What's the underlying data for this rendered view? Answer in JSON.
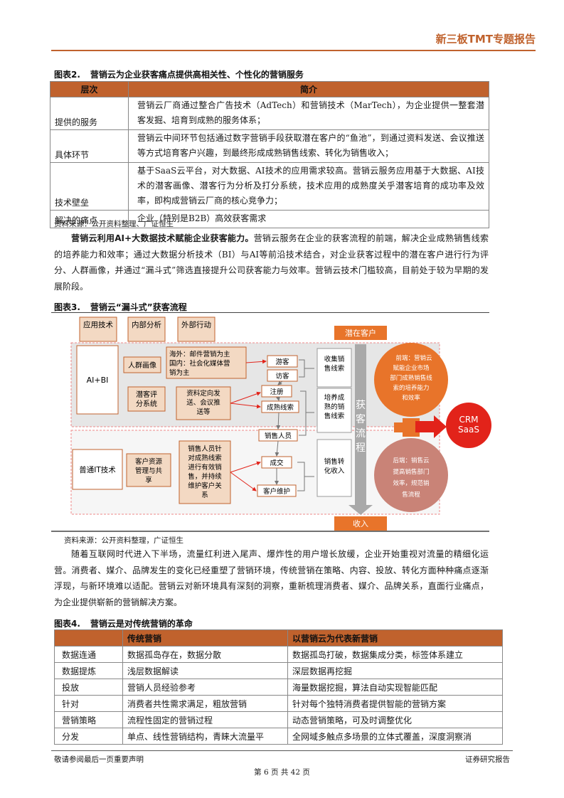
{
  "header": {
    "title": "新三板TMT专题报告"
  },
  "table2": {
    "caption_num": "图表2.",
    "caption": "营销云为企业获客痛点提供高相关性、个性化的营销服务",
    "col1": "层次",
    "col2": "简介",
    "rows": [
      {
        "k": "提供的服务",
        "v": "营销云厂商通过整合广告技术（AdTech）和营销技术（MarTech），为企业提供一整套潜客发掘、培育到成熟的服务体系；"
      },
      {
        "k": "具体环节",
        "v": "营销云中间环节包括通过数字营销手段获取潜在客户的“鱼池”，到通过资料发送、会议推送等方式培育客户兴趣，到最终形成成熟销售线索、转化为销售收入；"
      },
      {
        "k": "技术壁垒",
        "v": "基于SaaS云平台，对大数据、AI技术的应用需求较高。营销云服务应用基于大数据、AI技术的潜客画像、潜客行为分析及打分系统，技术应用的成熟度关乎潜客培育的成功率及效率，即构成营销云厂商的核心竞争力；"
      },
      {
        "k": "解决的痛点",
        "v": "企业（特别是B2B）高效获客需求"
      }
    ],
    "source": "资料来源：公开资料整理、广证恒生"
  },
  "para1": {
    "bold": "营销云利用AI+大数据技术赋能企业获客能力。",
    "text": "营销云服务在企业的获客流程的前端，解决企业成熟销售线索的培养能力和效率；通过大数据分析技术（BI）与AI等前沿技术结合，对企业获客过程中的潜在客户进行行为评分、人群画像，并通过“漏斗式”筛选直接提升公司获客能力与效率。营销云技术门槛较高，目前处于较为早期的发展阶段。"
  },
  "figure3": {
    "caption_num": "图表3.",
    "caption": "营销云“漏斗式”获客流程",
    "legend": [
      "应用技术",
      "内部分析",
      "外部行动"
    ],
    "top_label": "潜在客户",
    "bottom_label": "收入",
    "arrow_label": "获客流程",
    "ai_bi": "AI+BI",
    "it": "普通IT技术",
    "persona": "人群画像",
    "scoring": "潜客评分系统",
    "channels": "海外：邮件营销为主国内：社会化媒体营销为主",
    "targeted": "资料定向发送、会议推送等",
    "sales_persist": "销售人员针对成熟线索进行有效销售，并持续维护客户关系",
    "crm_box": "客户资源管理与共享",
    "visitor": "游客",
    "visit": "访客",
    "register": "注册",
    "mature_lead": "成熟线索",
    "salesperson": "销售人员",
    "deal": "成交",
    "maintain": "客户维护",
    "collect": "收集销售线索",
    "nurture": "培养成熟的销售线索",
    "convert": "销售转化收入",
    "front": "前端：营销云赋能企业市场部门成熟销售线索的培养能力和效率",
    "back": "后端：销售云提高销售部门效率，规范销售流程",
    "crm_saas": "CRM SaaS",
    "source": "资料来源：公开资料整理，广证恒生"
  },
  "para2": {
    "text": "随着互联网时代进入下半场，流量红利进入尾声、爆炸性的用户增长放缓，企业开始重视对流量的精细化运营。消费者、媒介、品牌发生的变化已经重塑了营销环境，传统营销在策略、内容、投放、转化方面种种痛点逐渐浮现，与新环境难以适配。营销云对新环境具有深刻的洞察，重新梳理消费者、媒介、品牌关系，直面行业痛点，为企业提供崭新的营销解决方案。"
  },
  "table4": {
    "caption_num": "图表4.",
    "caption": "营销云是对传统营销的革命",
    "col1": "",
    "col2": "传统营销",
    "col3": "以营销云为代表新营销",
    "rows": [
      {
        "k": "数据连通",
        "a": "数据孤岛存在，数据分散",
        "b": "数据孤岛打破，数据集成分类，标签体系建立"
      },
      {
        "k": "数据提炼",
        "a": "浅层数据解读",
        "b": "深层数据再挖掘"
      },
      {
        "k": "投放",
        "a": "营销人员经验参考",
        "b": "海量数据挖掘，算法自动实现智能匹配"
      },
      {
        "k": "针对",
        "a": "消费者共性需求满足，粗放营销",
        "b": "针对每个独特消费者提供智能的营销方案"
      },
      {
        "k": "营销策略",
        "a": "流程性固定的营销过程",
        "b": "动态营销策略，可及时调整优化"
      },
      {
        "k": "分发",
        "a": "单点、线性营销结构，青睐大流量平",
        "b": "全网域多触点多场景的立体式覆盖，深度洞察消"
      }
    ]
  },
  "footer": {
    "left": "敬请参阅最后一页重要声明",
    "right": "证券研究报告",
    "page": "第 6 页 共 42 页"
  },
  "colors": {
    "accent": "#c0622d",
    "orange": "#e8742a",
    "red": "#e2231a",
    "grey_panel": "#e6e6e6"
  }
}
